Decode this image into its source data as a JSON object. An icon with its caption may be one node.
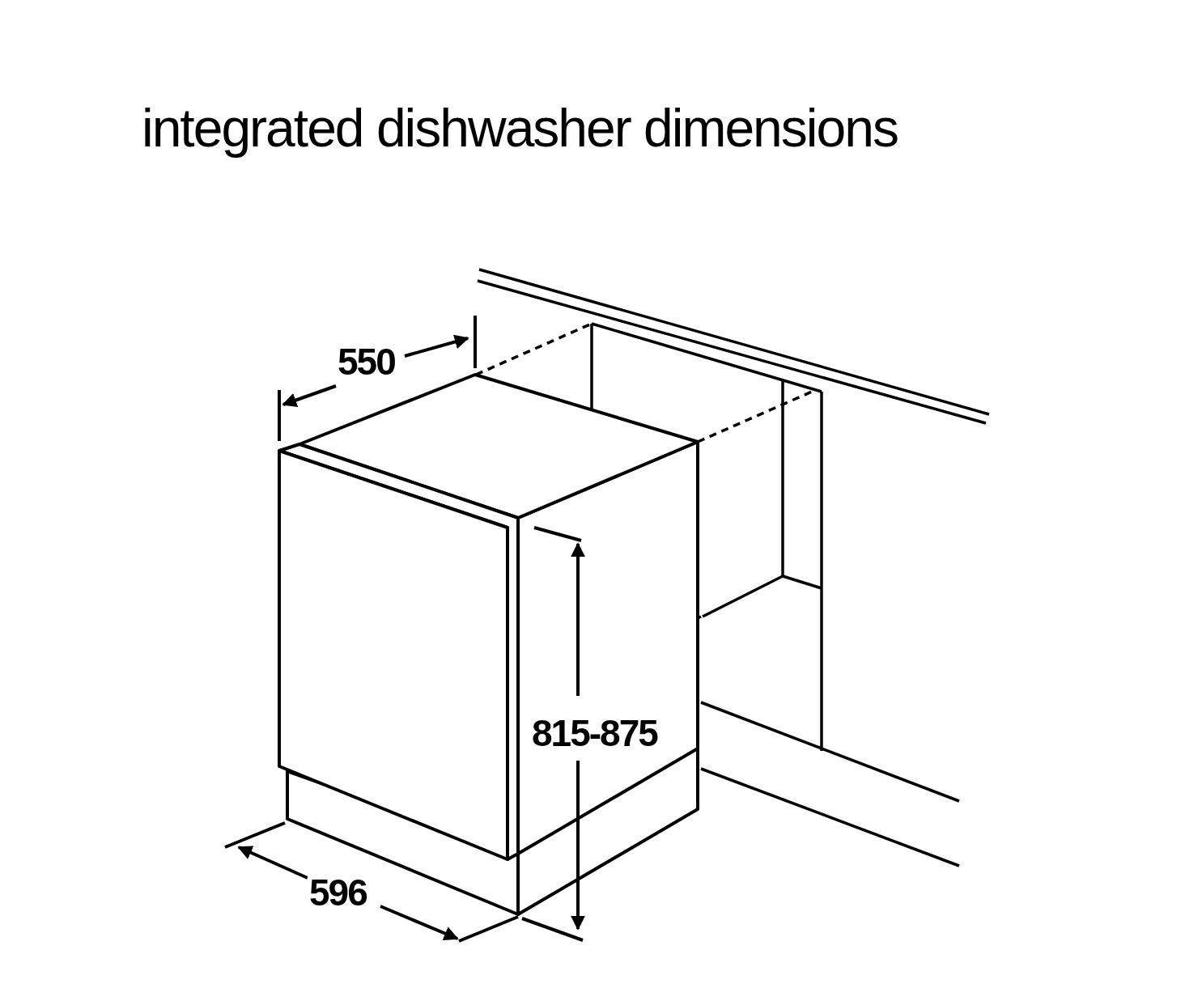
{
  "diagram": {
    "title": "integrated dishwasher dimensions",
    "labels": [
      "550",
      "815-875",
      "596"
    ]
  }
}
